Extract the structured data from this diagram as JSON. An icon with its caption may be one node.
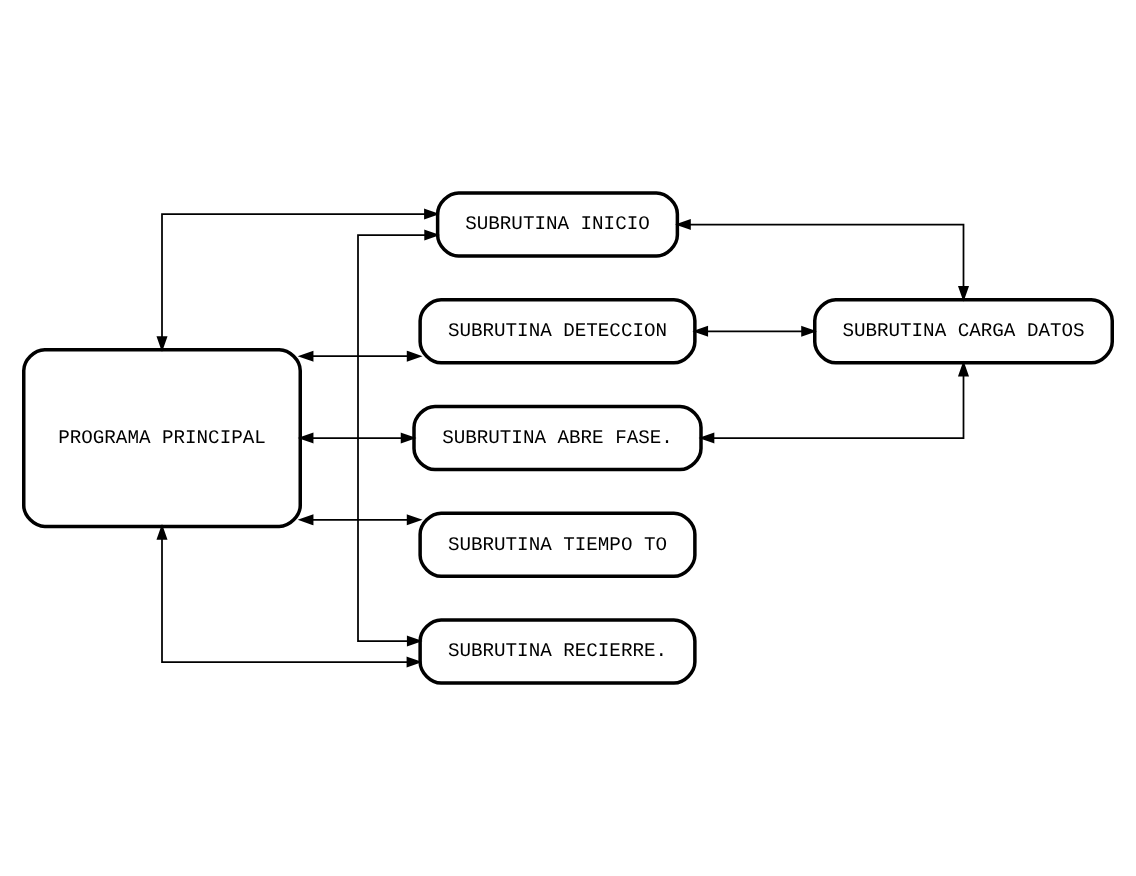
{
  "diagram": {
    "nodes": [
      {
        "text": [
          "PROGRAMA PRINCIPAL"
        ]
      },
      {
        "text": [
          "SUBRUTINA INICIO"
        ]
      },
      {
        "text": [
          "SUBRUTINA DETECCION"
        ]
      },
      {
        "text": [
          "SUBRUTINA ABRE FASE."
        ]
      },
      {
        "text": [
          "SUBRUTINA TIEMPO TO"
        ]
      },
      {
        "text": [
          "SUBRUTINA RECIERRE."
        ]
      },
      {
        "text": [
          "SUBRUTINA CARGA DATOS"
        ]
      }
    ],
    "edges": [
      {
        "from": 0,
        "to": 1,
        "arrow": "both"
      },
      {
        "from": 0,
        "to": 2,
        "arrow": "both"
      },
      {
        "from": 0,
        "to": 3,
        "arrow": "both"
      },
      {
        "from": 0,
        "to": 4,
        "arrow": "both"
      },
      {
        "from": 0,
        "to": 5,
        "arrow": "both"
      },
      {
        "from": 1,
        "to": 6,
        "arrow": "both"
      },
      {
        "from": 2,
        "to": 6,
        "arrow": "both"
      },
      {
        "from": 3,
        "to": 6,
        "arrow": "both"
      },
      {
        "from": 1,
        "to": 5,
        "arrow": "both"
      }
    ]
  }
}
